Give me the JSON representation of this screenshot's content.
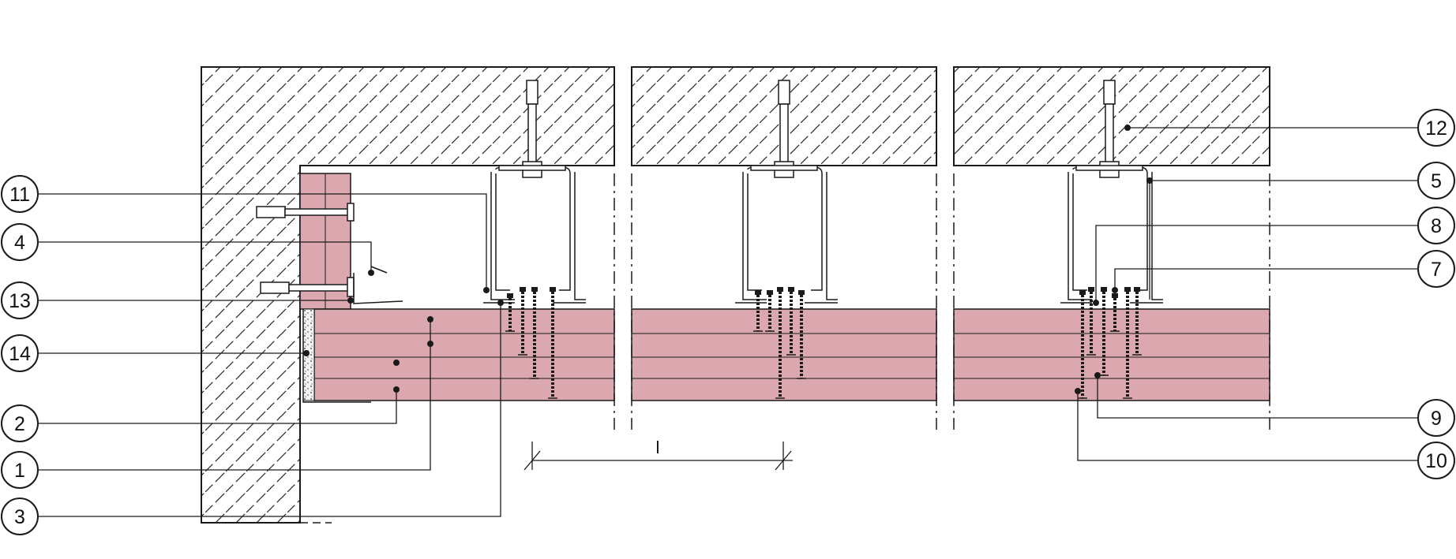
{
  "colors": {
    "board": "#dba8b0",
    "line": "#1a1a1a",
    "hatch": "#2a2a2a",
    "background": "#ffffff",
    "insulation": "#f3f3f3"
  },
  "dimension": {
    "label": "l"
  },
  "callouts": [
    {
      "id": "11",
      "label": "11"
    },
    {
      "id": "4",
      "label": "4"
    },
    {
      "id": "13",
      "label": "13"
    },
    {
      "id": "14",
      "label": "14"
    },
    {
      "id": "2",
      "label": "2"
    },
    {
      "id": "1",
      "label": "1"
    },
    {
      "id": "3",
      "label": "3"
    },
    {
      "id": "12",
      "label": "12"
    },
    {
      "id": "5",
      "label": "5"
    },
    {
      "id": "8",
      "label": "8"
    },
    {
      "id": "7",
      "label": "7"
    },
    {
      "id": "9",
      "label": "9"
    },
    {
      "id": "10",
      "label": "10"
    }
  ]
}
